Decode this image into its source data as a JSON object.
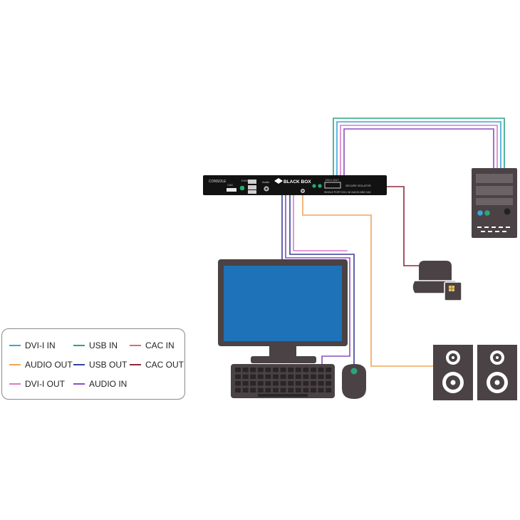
{
  "colors": {
    "dvi_in": "#3aa6d8",
    "usb_in": "#2aa57f",
    "cac_in": "#e2676a",
    "audio_out": "#f0a55a",
    "usb_out": "#3b3f9a",
    "cac_out": "#8e2a3a",
    "dvi_out": "#d97cc7",
    "audio_in": "#8b4dbd",
    "device_dark": "#4a4244",
    "switch_body": "#121212",
    "screen_blue": "#1e72b8"
  },
  "switch": {
    "label_console": "CONSOLE",
    "label_kvm": "KVM",
    "label_cac": "CAC",
    "label_audio": "Audio",
    "brand": "BLACK BOX",
    "label_dvi_out": "DVI-I OUT",
    "label_secure": "SECURE ISOLATOR",
    "label_model": "SINGLE PORT DVI-I W/ AUDIO AND CAC"
  },
  "legend": {
    "items": [
      {
        "label": "DVI-I IN",
        "color_key": "dvi_in"
      },
      {
        "label": "USB IN",
        "color_key": "usb_in"
      },
      {
        "label": "CAC IN",
        "color_key": "cac_in"
      },
      {
        "label": "AUDIO OUT",
        "color_key": "audio_out"
      },
      {
        "label": "USB OUT",
        "color_key": "usb_out"
      },
      {
        "label": "CAC OUT",
        "color_key": "cac_out"
      },
      {
        "label": "DVI-I OUT",
        "color_key": "dvi_out"
      },
      {
        "label": "AUDIO IN",
        "color_key": "audio_in"
      }
    ]
  }
}
